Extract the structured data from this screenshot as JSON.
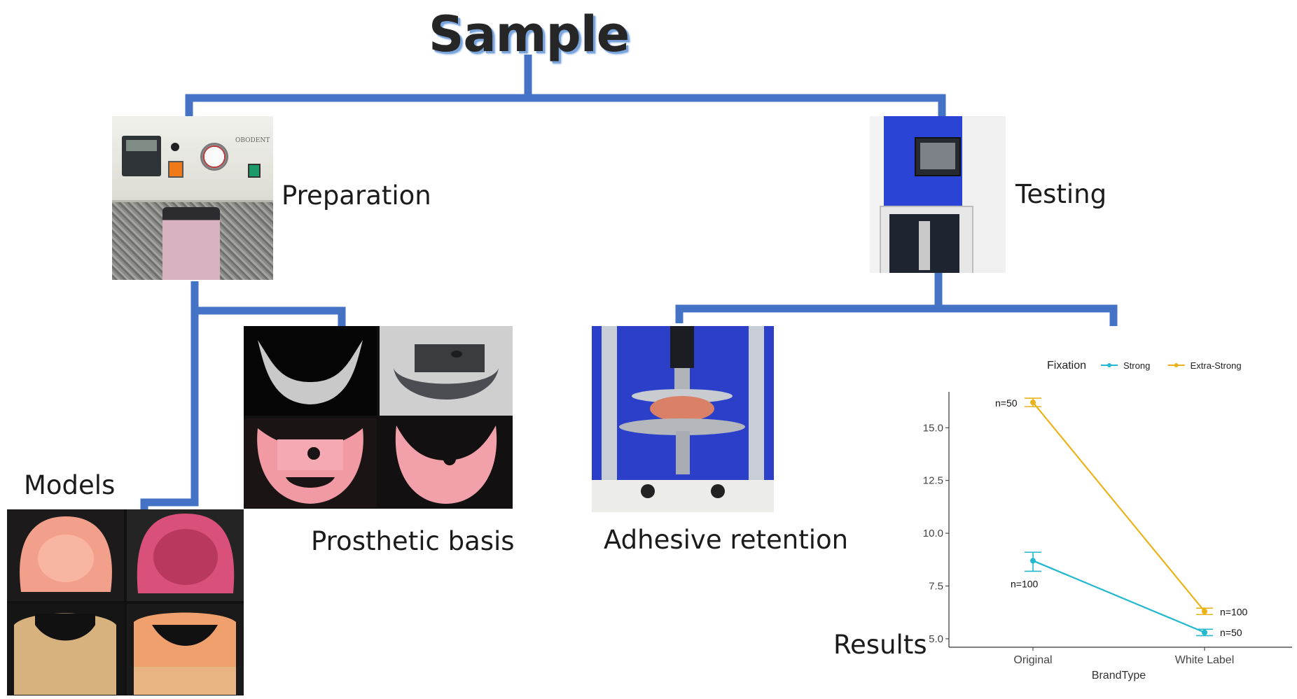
{
  "diagram": {
    "title": "Sample",
    "nodes": {
      "preparation": "Preparation",
      "testing": "Testing",
      "models": "Models",
      "prosthetic_basis": "Prosthetic basis",
      "adhesive_retention": "Adhesive retention",
      "results": "Results"
    },
    "machine_brand": "OBODENT",
    "colors": {
      "connector": "#4472c4",
      "title_shadow": "#7aa5dc"
    }
  },
  "chart_data": {
    "type": "line",
    "legend_title": "Fixation",
    "legend_position": "top",
    "categories": [
      "Original",
      "White Label"
    ],
    "xlabel": "BrandType",
    "ylabel": "",
    "ylim": [
      4.6,
      16.7
    ],
    "y_ticks": [
      5.0,
      7.5,
      10.0,
      12.5,
      15.0
    ],
    "y_tick_labels": [
      "5.0",
      "7.5",
      "10.0",
      "12.5",
      "15.0"
    ],
    "grid": false,
    "series": [
      {
        "name": "Strong",
        "color": "#22b8cf",
        "values": [
          8.7,
          5.3
        ],
        "errors": [
          [
            8.2,
            9.1
          ],
          [
            5.15,
            5.45
          ]
        ],
        "labels": [
          "n=100",
          "n=50"
        ]
      },
      {
        "name": "Extra-Strong",
        "color": "#e9b319",
        "values": [
          16.2,
          6.3
        ],
        "errors": [
          [
            16.0,
            16.4
          ],
          [
            6.15,
            6.45
          ]
        ],
        "labels": [
          "n=50",
          "n=100"
        ]
      }
    ]
  }
}
